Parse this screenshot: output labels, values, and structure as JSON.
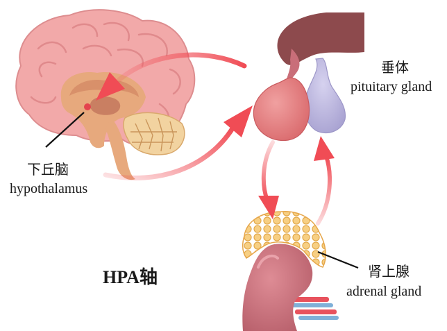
{
  "diagram": {
    "title": "HPA轴",
    "labels": {
      "pituitary": {
        "cn": "垂体",
        "en": "pituitary gland"
      },
      "hypothalamus": {
        "cn": "下丘脑",
        "en": "hypothalamus"
      },
      "adrenal": {
        "cn": "肾上腺",
        "en": "adrenal gland"
      }
    },
    "colors": {
      "brain": "#f2a9a9",
      "brain_fold": "#e48d8e",
      "inner_brain": "#e7a97d",
      "cerebellum": "#f2d3a0",
      "stalk": "#8d4a4d",
      "anterior_pituitary": "#e5787a",
      "posterior_pituitary": "#b9b4dc",
      "arrow": "#f04c55",
      "adrenal": "#f4c46e",
      "kidney": "#c96e79",
      "label_text": "#1a1a1a"
    }
  }
}
